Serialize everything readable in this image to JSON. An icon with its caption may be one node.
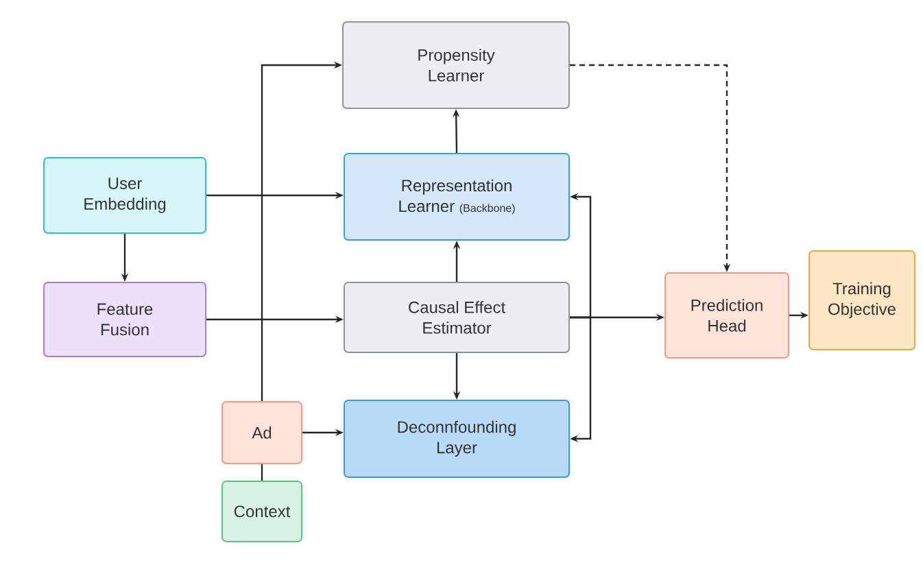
{
  "diagram": {
    "nodes": [
      {
        "text": [
          "Propensity Learner"
        ]
      },
      {
        "text": [
          "User Embedding"
        ]
      },
      {
        "text": [
          "Representation Learner",
          "(Backbone)"
        ]
      },
      {
        "text": [
          "Feature Fusion"
        ]
      },
      {
        "text": [
          "Causal Effect Estimator"
        ]
      },
      {
        "text": [
          "Prediction Head"
        ]
      },
      {
        "text": [
          "Training Objective"
        ]
      },
      {
        "text": [
          "Ad"
        ]
      },
      {
        "text": [
          "Deconnfounding Layer"
        ]
      },
      {
        "text": [
          "Context"
        ]
      }
    ],
    "edges": [
      {
        "from": 7,
        "to": 0,
        "arrow": "to"
      },
      {
        "from": 1,
        "to": 2,
        "arrow": "to"
      },
      {
        "from": 1,
        "to": 3,
        "arrow": "to"
      },
      {
        "from": 3,
        "to": 4,
        "arrow": "to"
      },
      {
        "from": 2,
        "to": 0,
        "arrow": "to"
      },
      {
        "from": 4,
        "to": 2,
        "arrow": "to"
      },
      {
        "from": 4,
        "to": 8,
        "arrow": "to"
      },
      {
        "from": 4,
        "to": 5,
        "arrow": "to"
      },
      {
        "from": 4,
        "to": 2,
        "arrow": "to"
      },
      {
        "from": 4,
        "to": 8,
        "arrow": "to"
      },
      {
        "from": 0,
        "to": 5,
        "arrow": "to",
        "style": "dashed"
      },
      {
        "from": 5,
        "to": 6,
        "arrow": "to"
      },
      {
        "from": 7,
        "to": 8,
        "arrow": "to"
      },
      {
        "from": 9,
        "to": 7,
        "arrow": "none"
      }
    ]
  }
}
